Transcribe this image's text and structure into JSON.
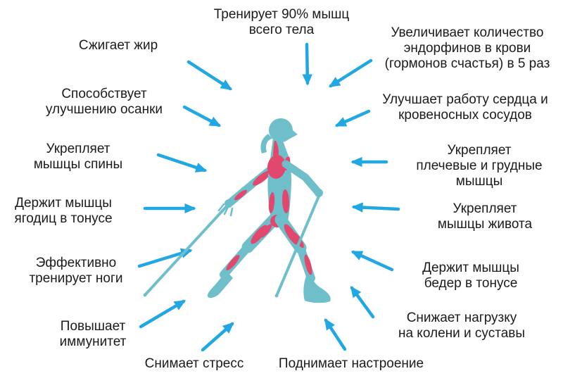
{
  "colors": {
    "arrow": "#21A7E2",
    "body": "#6FBFCB",
    "muscle": "#E2486E",
    "text": "#1B1B1B",
    "background": "#FFFFFF"
  },
  "labels": [
    {
      "id": "trains-total-body",
      "text": "Тренирует 90% мышц\nвсего тела"
    },
    {
      "id": "burns-fat",
      "text": "Сжигает жир"
    },
    {
      "id": "endorphins",
      "text": "Увеличивает количество\nэндорфинов в крови\n(гормонов счастья) в 5 раз"
    },
    {
      "id": "posture",
      "text": "Способствует\nулучшению осанки"
    },
    {
      "id": "heart-vessels",
      "text": "Улучшает работу сердца и\nкровеносных сосудов"
    },
    {
      "id": "back-muscles",
      "text": "Укрепляет\nмышцы спины"
    },
    {
      "id": "shoulder-chest",
      "text": "Укрепляет\nплечевые и грудные\nмышцы"
    },
    {
      "id": "glutes-tone",
      "text": "Держит мышцы\nягодиц в тонусе"
    },
    {
      "id": "abdominal",
      "text": "Укрепляет\nмышцы живота"
    },
    {
      "id": "legs-training",
      "text": "Эффективно\nтренирует ноги"
    },
    {
      "id": "thighs-tone",
      "text": "Держит мышцы\nбедер в тонусе"
    },
    {
      "id": "immunity",
      "text": "Повышает\nиммунитет"
    },
    {
      "id": "knees-joints",
      "text": "Снижает нагрузку\nна колени и суставы"
    },
    {
      "id": "stress",
      "text": "Снимает стресс"
    },
    {
      "id": "mood",
      "text": "Поднимает настроение"
    }
  ]
}
